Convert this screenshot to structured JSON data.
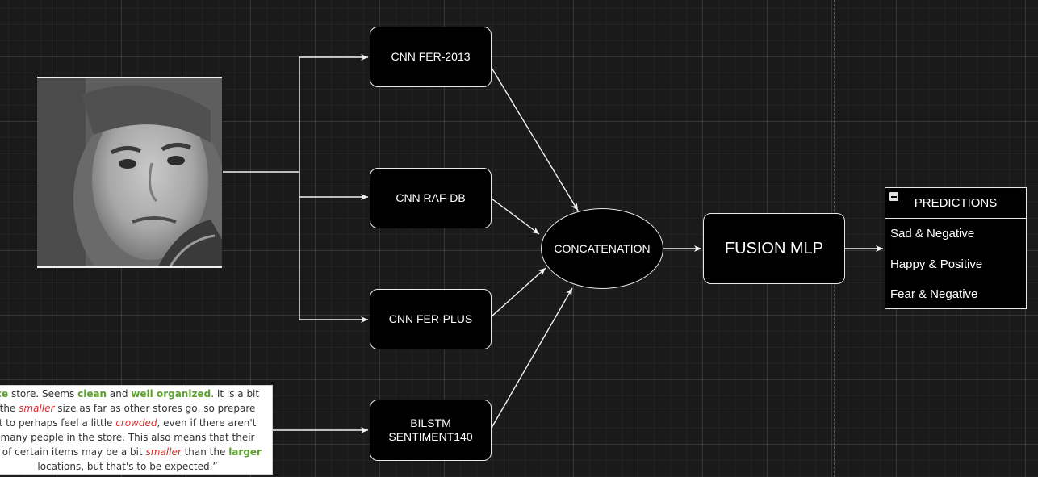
{
  "nodes": {
    "cnn_fer2013": "CNN FER-2013",
    "cnn_rafdb": "CNN RAF-DB",
    "cnn_ferplus": "CNN FER-PLUS",
    "bilstm_line1": "BILSTM",
    "bilstm_line2": "SENTIMENT140",
    "concatenation": "CONCATENATION",
    "fusion_mlp": "FUSION MLP"
  },
  "predictions": {
    "title": "PREDICTIONS",
    "items": [
      "Sad & Negative",
      "Happy & Positive",
      "Fear & Negative"
    ]
  },
  "review": {
    "l1_a": "ce",
    "l1_b": " store. Seems ",
    "l1_c": "clean",
    "l1_d": " and ",
    "l1_e": "well organized",
    "l1_f": ". It is a bit",
    "l2_a": "the ",
    "l2_b": "smaller",
    "l2_c": " size as far as other stores go, so prepare",
    "l3_a": "t to perhaps feel a little ",
    "l3_b": "crowded",
    "l3_c": ", even if there aren't",
    "l4": "many people in the store. This also means that their",
    "l5_a": "k of certain items may be a bit ",
    "l5_b": "smaller",
    "l5_c": " than the ",
    "l5_d": "larger",
    "l6": "locations, but that's to be expected.”"
  },
  "colors": {
    "background": "#1a1a1a",
    "node_fill": "#000000",
    "node_stroke": "#e8e8e8",
    "positive_word": "#5ea232",
    "negative_word": "#d22f2f"
  }
}
